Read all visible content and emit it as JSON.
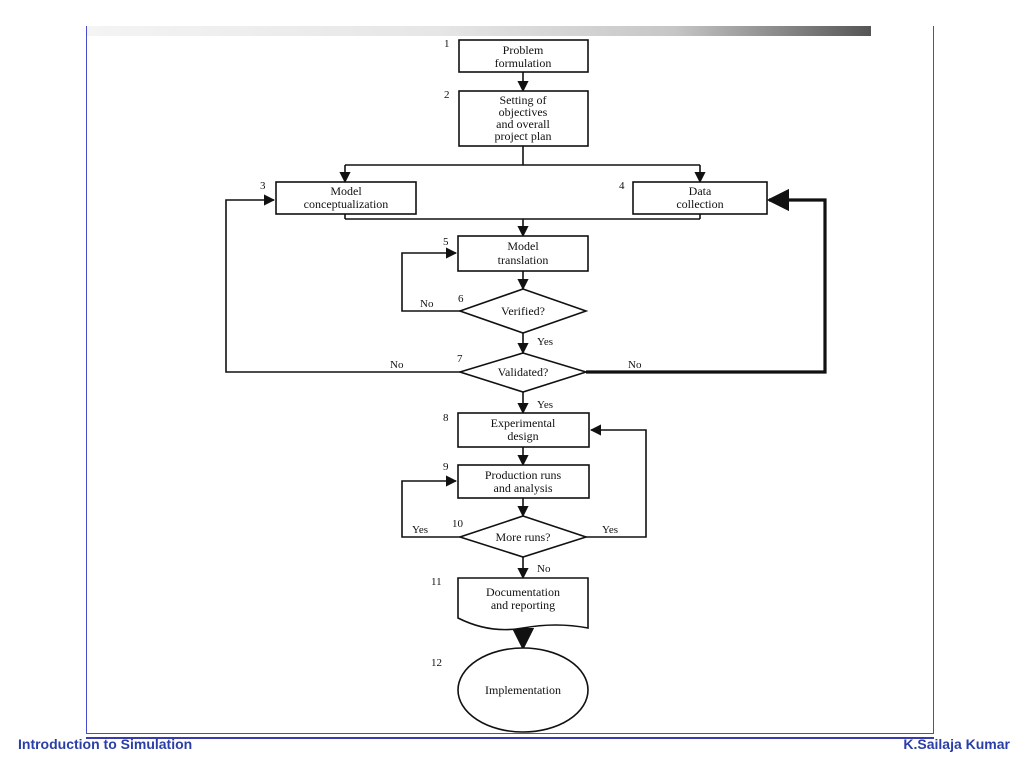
{
  "flowchart": {
    "steps": [
      {
        "num": "1",
        "lines": [
          "Problem",
          "formulation"
        ]
      },
      {
        "num": "2",
        "lines": [
          "Setting of",
          "objectives",
          "and overall",
          "project plan"
        ]
      },
      {
        "num": "3",
        "lines": [
          "Model",
          "conceptualization"
        ]
      },
      {
        "num": "4",
        "lines": [
          "Data",
          "collection"
        ]
      },
      {
        "num": "5",
        "lines": [
          "Model",
          "translation"
        ]
      },
      {
        "num": "6",
        "lines": [
          "Verified?"
        ]
      },
      {
        "num": "7",
        "lines": [
          "Validated?"
        ]
      },
      {
        "num": "8",
        "lines": [
          "Experimental",
          "design"
        ]
      },
      {
        "num": "9",
        "lines": [
          "Production runs",
          "and analysis"
        ]
      },
      {
        "num": "10",
        "lines": [
          "More runs?"
        ]
      },
      {
        "num": "11",
        "lines": [
          "Documentation",
          "and reporting"
        ]
      },
      {
        "num": "12",
        "lines": [
          "Implementation"
        ]
      }
    ],
    "edge_labels": {
      "verified_no": "No",
      "verified_yes": "Yes",
      "validated_no_left": "No",
      "validated_no_right": "No",
      "validated_yes": "Yes",
      "more_runs_yes_left": "Yes",
      "more_runs_yes_right": "Yes",
      "more_runs_no": "No"
    }
  },
  "footer": {
    "left": "Introduction to Simulation",
    "right": "K.Sailaja Kumar"
  }
}
